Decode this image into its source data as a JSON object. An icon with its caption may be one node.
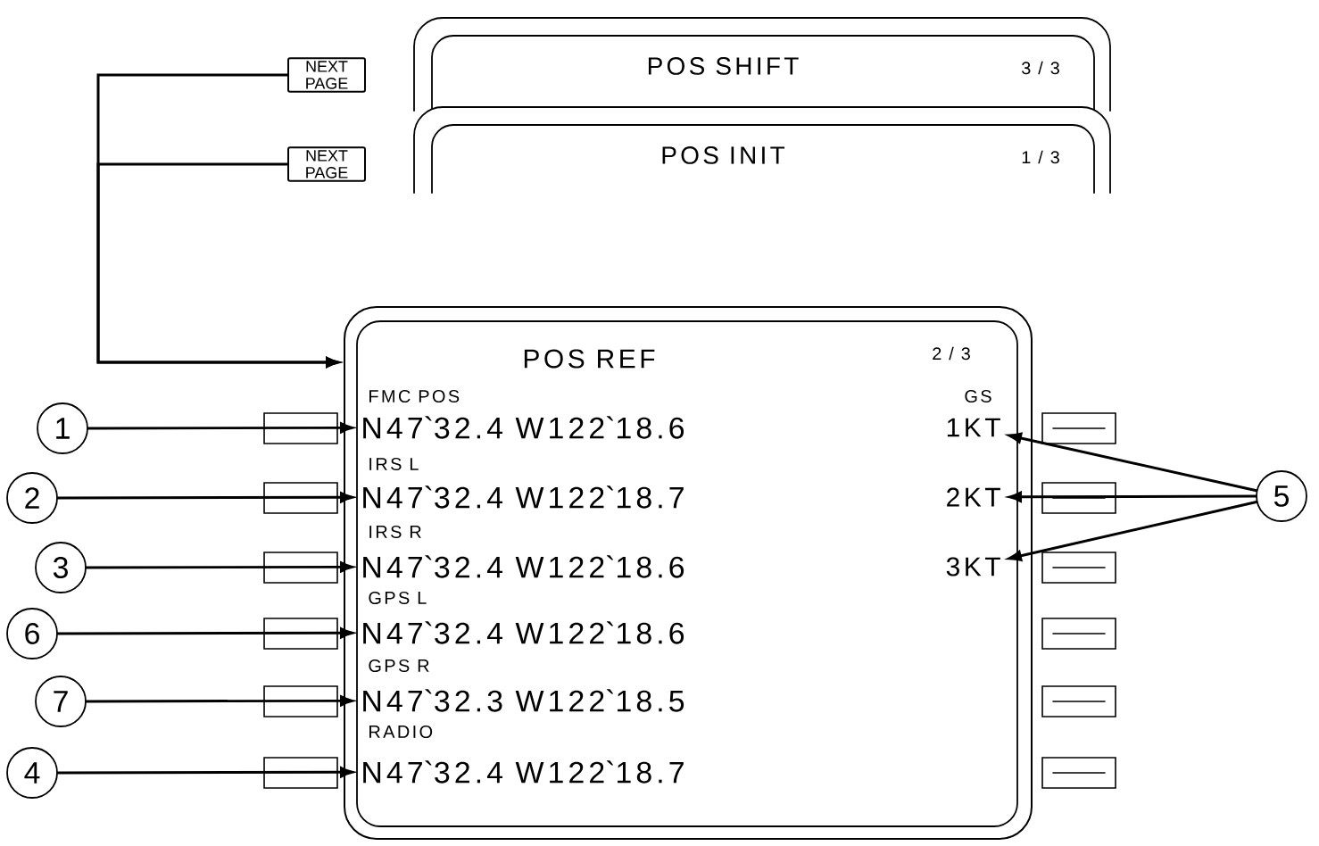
{
  "diagram": {
    "nodes": [
      {
        "text": [
          "NEXT PAGE"
        ]
      },
      {
        "text": [
          "NEXT PAGE"
        ]
      },
      {
        "text": [
          "POS SHIFT",
          "3 / 3"
        ]
      },
      {
        "text": [
          "POS INIT",
          "1 / 3"
        ]
      },
      {
        "text": [
          "POS REF",
          "2 / 3"
        ]
      },
      {
        "text": [
          "N47`32.4 W122`18.6"
        ],
        "in": 4
      },
      {
        "text": [
          "N47`32.4 W122`18.7"
        ],
        "in": 4
      },
      {
        "text": [
          "N47`32.4 W122`18.6"
        ],
        "in": 4
      },
      {
        "text": [
          "N47`32.4 W122`18.6"
        ],
        "in": 4
      },
      {
        "text": [
          "N47`32.3 W122`18.5"
        ],
        "in": 4
      },
      {
        "text": [
          "N47`32.4 W122`18.7"
        ],
        "in": 4
      },
      {
        "text": [
          "1KT"
        ],
        "in": 4
      },
      {
        "text": [
          "2KT"
        ],
        "in": 4
      },
      {
        "text": [
          "3KT"
        ],
        "in": 4
      },
      {
        "text": [
          "1"
        ]
      },
      {
        "text": [
          "2"
        ]
      },
      {
        "text": [
          "3"
        ]
      },
      {
        "text": [
          "6"
        ]
      },
      {
        "text": [
          "7"
        ]
      },
      {
        "text": [
          "4"
        ]
      },
      {
        "text": [
          "5"
        ]
      }
    ],
    "edges": [
      {
        "from": 0,
        "to": 4,
        "arrow": "to"
      },
      {
        "from": 1,
        "to": 4,
        "arrow": "to"
      },
      {
        "from": 14,
        "to": 5,
        "arrow": "to"
      },
      {
        "from": 15,
        "to": 6,
        "arrow": "to"
      },
      {
        "from": 16,
        "to": 7,
        "arrow": "to"
      },
      {
        "from": 17,
        "to": 8,
        "arrow": "to"
      },
      {
        "from": 18,
        "to": 9,
        "arrow": "to"
      },
      {
        "from": 19,
        "to": 10,
        "arrow": "to"
      },
      {
        "from": 20,
        "to": 11,
        "arrow": "to"
      },
      {
        "from": 20,
        "to": 12,
        "arrow": "to"
      },
      {
        "from": 20,
        "to": 13,
        "arrow": "to"
      }
    ],
    "labels": [
      "FMC POS",
      "GS",
      "IRS L",
      "IRS R",
      "GPS L",
      "GPS R",
      "RADIO"
    ]
  }
}
